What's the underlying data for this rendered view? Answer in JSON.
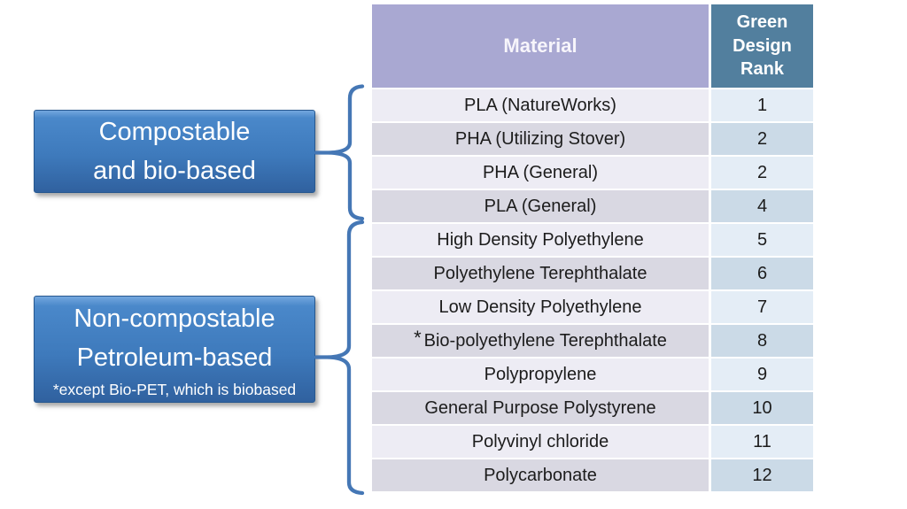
{
  "colors": {
    "header_material_bg": "#a9a8d2",
    "header_rank_bg": "#527f9e",
    "row_material_odd": "#edecf4",
    "row_material_even": "#d9d8e2",
    "row_rank_odd": "#e4edf6",
    "row_rank_even": "#cbdae7",
    "brace_blue": "#4577b5",
    "callout_blue_top": "#74a7de",
    "callout_blue_bottom": "#30619f"
  },
  "callouts": {
    "compostable": {
      "line1": "Compostable",
      "line2": "and bio-based"
    },
    "petroleum": {
      "line1": "Non-compostable",
      "line2": "Petroleum-based",
      "note": "*except Bio-PET, which is biobased"
    }
  },
  "table": {
    "headers": {
      "material": "Material",
      "rank": "Green Design Rank"
    },
    "rows": [
      {
        "prefix": "",
        "material": "PLA (NatureWorks)",
        "rank": "1"
      },
      {
        "prefix": "",
        "material": "PHA (Utilizing Stover)",
        "rank": "2"
      },
      {
        "prefix": "",
        "material": "PHA (General)",
        "rank": "2"
      },
      {
        "prefix": "",
        "material": "PLA (General)",
        "rank": "4"
      },
      {
        "prefix": "",
        "material": "High Density Polyethylene",
        "rank": "5"
      },
      {
        "prefix": "",
        "material": "Polyethylene Terephthalate",
        "rank": "6"
      },
      {
        "prefix": "",
        "material": "Low Density Polyethylene",
        "rank": "7"
      },
      {
        "prefix": "*",
        "material": "Bio-polyethylene Terephthalate",
        "rank": "8"
      },
      {
        "prefix": "",
        "material": "Polypropylene",
        "rank": "9"
      },
      {
        "prefix": "",
        "material": "General Purpose Polystyrene",
        "rank": "10"
      },
      {
        "prefix": "",
        "material": "Polyvinyl chloride",
        "rank": "11"
      },
      {
        "prefix": "",
        "material": "Polycarbonate",
        "rank": "12"
      }
    ]
  }
}
